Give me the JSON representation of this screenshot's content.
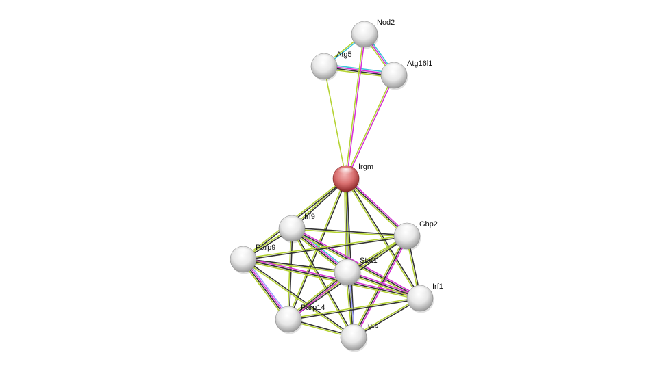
{
  "title": "Protein interaction network",
  "edge_colors": {
    "text": "#b5d334",
    "coexp": "#333333",
    "exp": "#d632d6",
    "db": "#3cc4d8",
    "homology": "#9f9fff"
  },
  "nodes": [
    {
      "id": "Nod2",
      "label": "Nod2",
      "color": "white"
    },
    {
      "id": "Atg5",
      "label": "Atg5",
      "color": "white"
    },
    {
      "id": "Atg16l1",
      "label": "Atg16l1",
      "color": "white"
    },
    {
      "id": "Irgm",
      "label": "Irgm",
      "color": "red",
      "query": true
    },
    {
      "id": "Irf9",
      "label": "Irf9",
      "color": "white"
    },
    {
      "id": "Gbp2",
      "label": "Gbp2",
      "color": "white"
    },
    {
      "id": "Parp9",
      "label": "Parp9",
      "color": "white"
    },
    {
      "id": "Stat1",
      "label": "Stat1",
      "color": "white"
    },
    {
      "id": "Irf1",
      "label": "Irf1",
      "color": "white"
    },
    {
      "id": "Parp14",
      "label": "Parp14",
      "color": "white"
    },
    {
      "id": "Igtp",
      "label": "Igtp",
      "color": "white"
    }
  ],
  "edges": [
    {
      "a": "Nod2",
      "b": "Atg5",
      "types": [
        "db",
        "text"
      ]
    },
    {
      "a": "Nod2",
      "b": "Atg16l1",
      "types": [
        "db",
        "exp",
        "text"
      ]
    },
    {
      "a": "Atg5",
      "b": "Atg16l1",
      "types": [
        "db",
        "exp",
        "coexp",
        "text"
      ]
    },
    {
      "a": "Nod2",
      "b": "Irgm",
      "types": [
        "exp",
        "text"
      ]
    },
    {
      "a": "Atg5",
      "b": "Irgm",
      "types": [
        "text"
      ]
    },
    {
      "a": "Atg16l1",
      "b": "Irgm",
      "types": [
        "exp",
        "text"
      ]
    },
    {
      "a": "Irgm",
      "b": "Irf9",
      "types": [
        "coexp",
        "text"
      ]
    },
    {
      "a": "Irgm",
      "b": "Gbp2",
      "types": [
        "exp",
        "coexp",
        "text"
      ]
    },
    {
      "a": "Irgm",
      "b": "Parp9",
      "types": [
        "coexp",
        "text"
      ]
    },
    {
      "a": "Irgm",
      "b": "Stat1",
      "types": [
        "homology",
        "coexp",
        "text"
      ]
    },
    {
      "a": "Irgm",
      "b": "Irf1",
      "types": [
        "coexp",
        "text"
      ]
    },
    {
      "a": "Irgm",
      "b": "Parp14",
      "types": [
        "coexp",
        "text"
      ]
    },
    {
      "a": "Irgm",
      "b": "Igtp",
      "types": [
        "coexp",
        "text"
      ]
    },
    {
      "a": "Irf9",
      "b": "Gbp2",
      "types": [
        "coexp",
        "text"
      ]
    },
    {
      "a": "Irf9",
      "b": "Parp9",
      "types": [
        "coexp",
        "text"
      ]
    },
    {
      "a": "Irf9",
      "b": "Stat1",
      "types": [
        "db",
        "exp",
        "coexp",
        "text"
      ]
    },
    {
      "a": "Irf9",
      "b": "Irf1",
      "types": [
        "exp",
        "coexp",
        "text"
      ]
    },
    {
      "a": "Irf9",
      "b": "Parp14",
      "types": [
        "coexp",
        "text"
      ]
    },
    {
      "a": "Irf9",
      "b": "Igtp",
      "types": [
        "coexp",
        "text"
      ]
    },
    {
      "a": "Gbp2",
      "b": "Parp9",
      "types": [
        "coexp",
        "text"
      ]
    },
    {
      "a": "Gbp2",
      "b": "Stat1",
      "types": [
        "coexp",
        "text"
      ]
    },
    {
      "a": "Gbp2",
      "b": "Irf1",
      "types": [
        "coexp",
        "text"
      ]
    },
    {
      "a": "Gbp2",
      "b": "Parp14",
      "types": [
        "coexp",
        "text"
      ]
    },
    {
      "a": "Gbp2",
      "b": "Igtp",
      "types": [
        "exp",
        "coexp",
        "text"
      ]
    },
    {
      "a": "Parp9",
      "b": "Stat1",
      "types": [
        "coexp",
        "text"
      ]
    },
    {
      "a": "Parp9",
      "b": "Irf1",
      "types": [
        "exp",
        "coexp",
        "text"
      ]
    },
    {
      "a": "Parp9",
      "b": "Parp14",
      "types": [
        "homology",
        "exp",
        "coexp",
        "text"
      ]
    },
    {
      "a": "Parp9",
      "b": "Igtp",
      "types": [
        "coexp",
        "text"
      ]
    },
    {
      "a": "Stat1",
      "b": "Irf1",
      "types": [
        "exp",
        "coexp",
        "text"
      ]
    },
    {
      "a": "Stat1",
      "b": "Parp14",
      "types": [
        "exp",
        "coexp",
        "text"
      ]
    },
    {
      "a": "Stat1",
      "b": "Igtp",
      "types": [
        "homology",
        "coexp",
        "text"
      ]
    },
    {
      "a": "Irf1",
      "b": "Parp14",
      "types": [
        "coexp",
        "text"
      ]
    },
    {
      "a": "Irf1",
      "b": "Igtp",
      "types": [
        "coexp",
        "text"
      ]
    },
    {
      "a": "Parp14",
      "b": "Igtp",
      "types": [
        "coexp",
        "text"
      ]
    }
  ]
}
